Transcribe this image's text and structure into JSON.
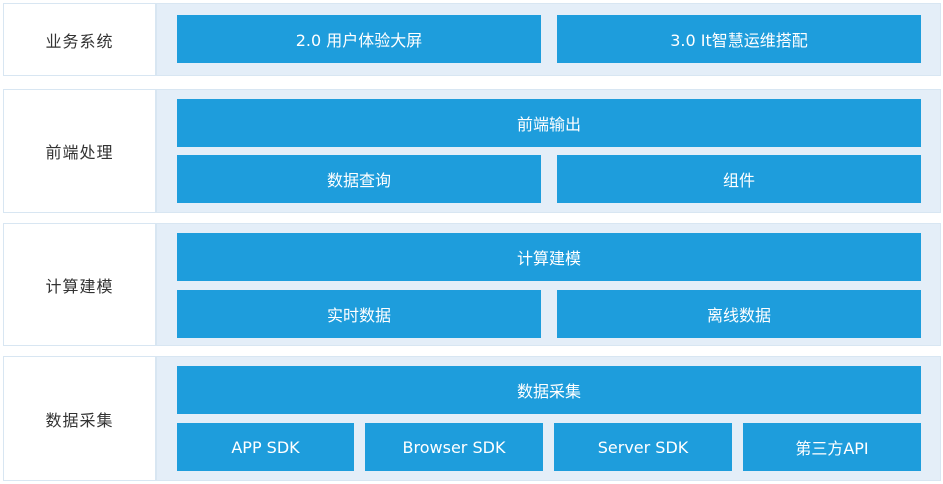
{
  "colors": {
    "block": "#1e9ddc",
    "panel": "#e4eef8",
    "border": "#d8e6f2",
    "label_text": "#333333"
  },
  "layers": [
    {
      "label": "业务系统",
      "top": [],
      "bottom": [
        "2.0 用户体验大屏",
        "3.0 It智慧运维搭配"
      ]
    },
    {
      "label": "前端处理",
      "top": [
        "前端输出"
      ],
      "bottom": [
        "数据查询",
        "组件"
      ]
    },
    {
      "label": "计算建模",
      "top": [
        "计算建模"
      ],
      "bottom": [
        "实时数据",
        "离线数据"
      ]
    },
    {
      "label": "数据采集",
      "top": [
        "数据采集"
      ],
      "bottom": [
        "APP SDK",
        "Browser SDK",
        "Server SDK",
        "第三方API"
      ]
    }
  ]
}
